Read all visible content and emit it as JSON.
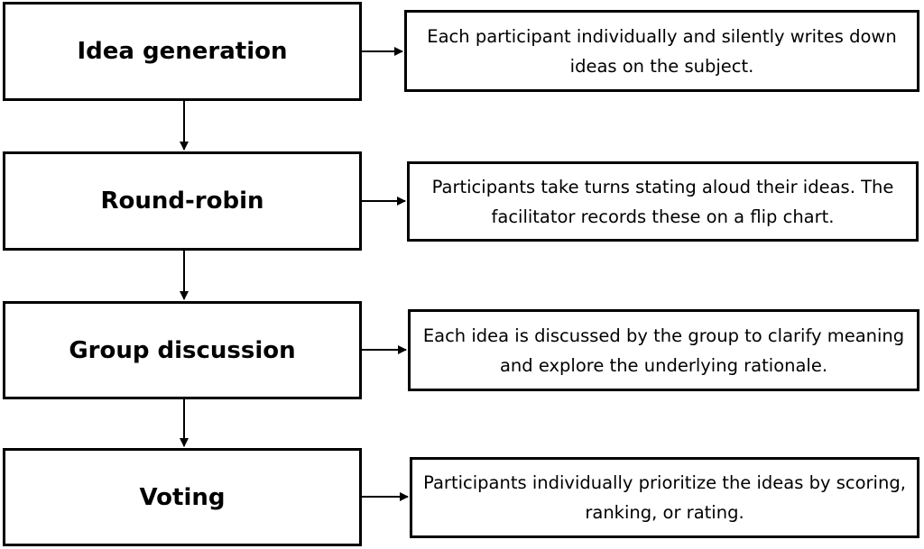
{
  "steps": [
    {
      "title": "Idea generation",
      "description": "Each participant individually and silently writes down ideas on the subject."
    },
    {
      "title": "Round-robin",
      "description": "Participants take turns stating aloud their ideas. The facilitator records these on a flip chart."
    },
    {
      "title": "Group discussion",
      "description": "Each idea is discussed by the group to clarify meaning and explore the underlying rationale."
    },
    {
      "title": "Voting",
      "description": "Participants individually prioritize the ideas by scoring, ranking, or rating."
    }
  ],
  "colors": {
    "stroke": "#000000",
    "background": "#ffffff"
  }
}
